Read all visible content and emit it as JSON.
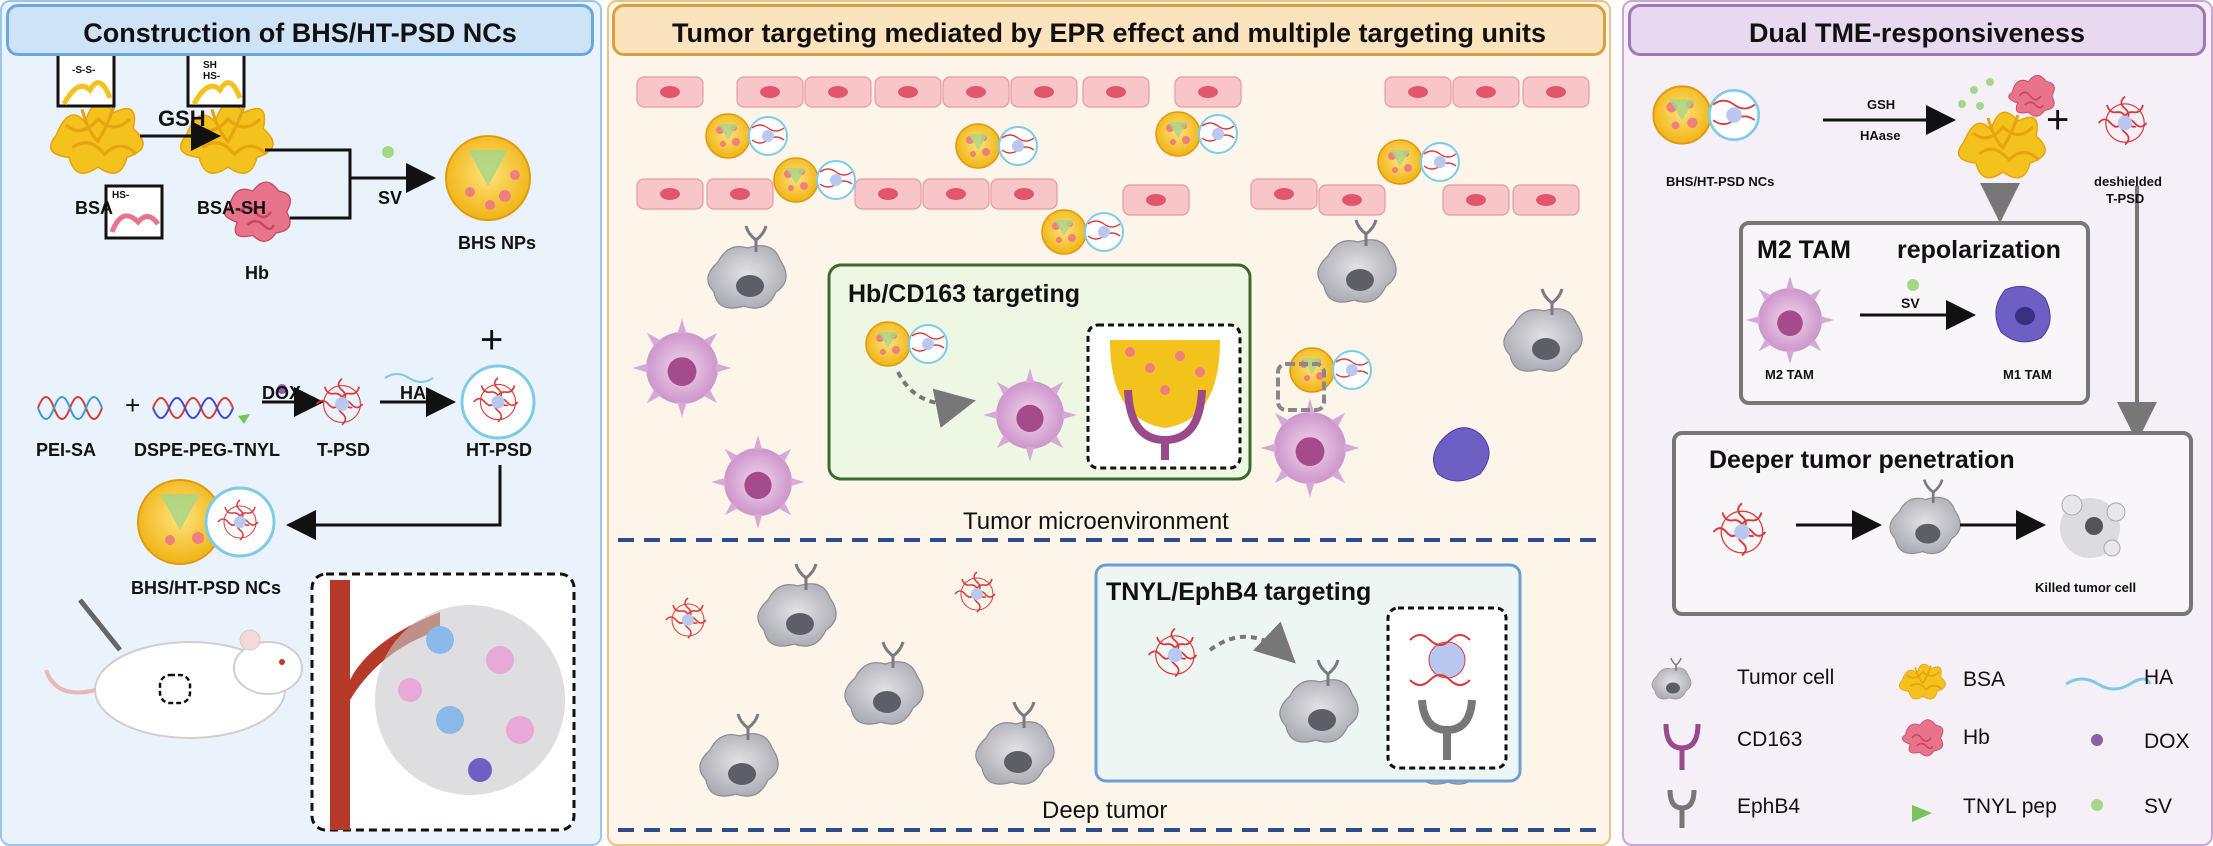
{
  "panels": {
    "left": {
      "title": "Construction of BHS/HT-PSD NCs",
      "disulfide": "-S-S-",
      "thiol": "SH HS-",
      "hs_tag": "HS-",
      "bsa": "BSA",
      "gsh": "GSH",
      "bsa_sh": "BSA-SH",
      "hb": "Hb",
      "sv": "SV",
      "bhs_nps": "BHS NPs",
      "plus": "+",
      "pei_sa": "PEI-SA",
      "dspe": "DSPE-PEG-TNYL",
      "dox": "DOX",
      "t_psd": "T-PSD",
      "ha": "HA",
      "ht_psd": "HT-PSD",
      "bhs_ht": "BHS/HT-PSD NCs"
    },
    "middle": {
      "title": "Tumor targeting mediated by EPR effect and multiple targeting units",
      "hb_cd163": "Hb/CD163 targeting",
      "tme": "Tumor microenvironment",
      "tnyl": "TNYL/EphB4 targeting",
      "deep": "Deep tumor"
    },
    "right": {
      "title": "Dual TME-responsiveness",
      "bhs_label": "BHS/HT-PSD NCs",
      "gsh": "GSH",
      "haase": "HAase",
      "deshielded": "deshielded",
      "tpsd": "T-PSD",
      "m2_title": "M2 TAM",
      "repol": "repolarization",
      "sv": "SV",
      "m2": "M2 TAM",
      "m1": "M1 TAM",
      "deeper": "Deeper tumor penetration",
      "killed": "Killed tumor cell",
      "legend": {
        "tumor": "Tumor cell",
        "bsa": "BSA",
        "ha": "HA",
        "cd163": "CD163",
        "hb": "Hb",
        "dox": "DOX",
        "ephb4": "EphB4",
        "tnyl": "TNYL pep",
        "sv": "SV"
      }
    }
  },
  "colors": {
    "panel_left": "#eaf3fb",
    "panel_mid": "#fdf5ea",
    "panel_right": "#f5eff7",
    "bsa_yellow": "#f4c21c",
    "hb_pink": "#e8748b",
    "cell_pink": "#f6b3b8",
    "macrophage": "#d8a8d8",
    "m1_purple": "#6e5fc4",
    "tumor_gray": "#b4b4ba",
    "box_green": "#3b6b2c",
    "box_blue": "#6d9fd4",
    "dash_blue": "#2d4c8e"
  }
}
